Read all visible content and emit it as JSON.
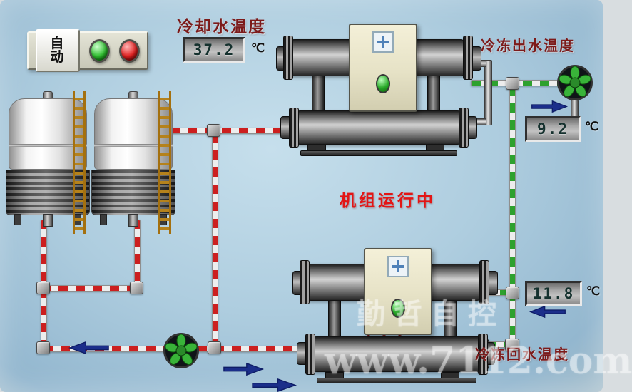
{
  "control_panel": {
    "auto_button": "自动"
  },
  "temperatures": {
    "cooling_water": {
      "label": "冷却水温度",
      "value": "37.2",
      "unit": "℃"
    },
    "chilled_outlet": {
      "label": "冷冻出水温度",
      "value": "9.2",
      "unit": "℃"
    },
    "chilled_return": {
      "label": "冷冻回水温度",
      "value": "11.8",
      "unit": "℃"
    }
  },
  "status": {
    "running_text": "机组运行中"
  },
  "equipment": {
    "cooling_towers": [
      "cooling-tower-1",
      "cooling-tower-2"
    ],
    "chillers": [
      "chiller-unit-1",
      "chiller-unit-2"
    ],
    "pumps": [
      "chilled-water-pump",
      "cooling-water-pump"
    ]
  },
  "watermark": {
    "line1": "勤哲自控",
    "line2": "www.7112.com"
  },
  "colors": {
    "cooling_pipe": "#cc1f1f",
    "chilled_pipe": "#2ea12e",
    "flow_arrow": "#1b2e8a",
    "label_text": "#7c1a1a",
    "status_text": "#e31515",
    "lamp_on": "#2fbf2f",
    "lamp_alarm": "#e22020"
  }
}
